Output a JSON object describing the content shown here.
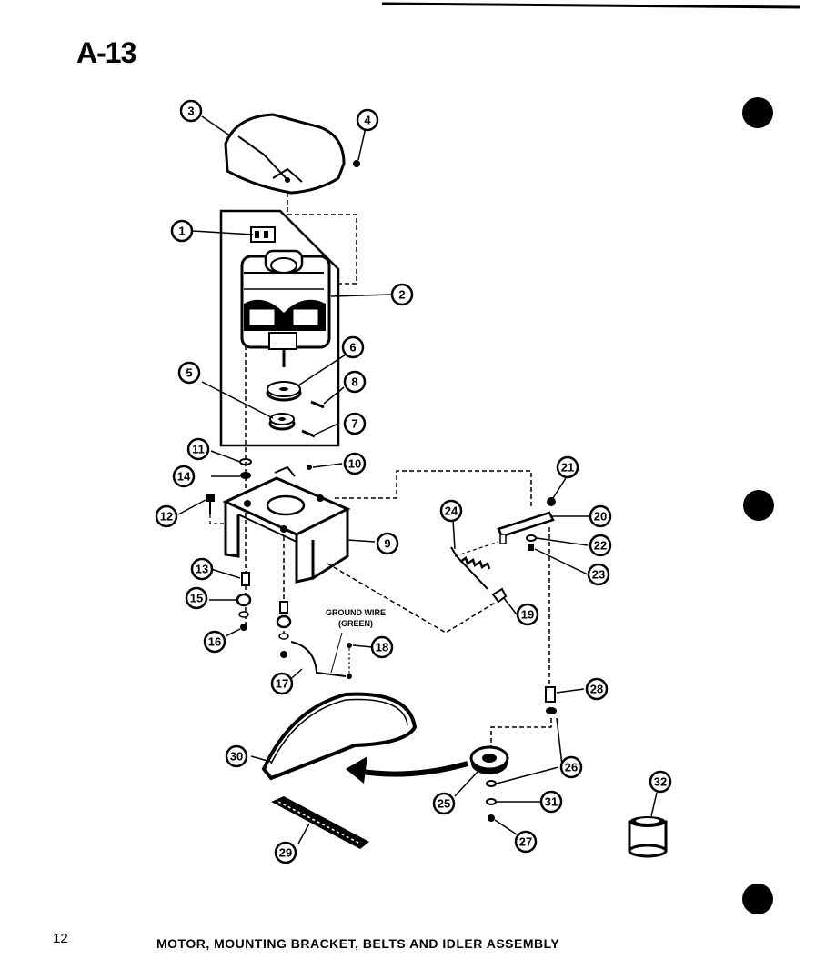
{
  "page_title": "A-13",
  "page_number": "12",
  "caption": "MOTOR, MOUNTING BRACKET, BELTS AND IDLER ASSEMBLY",
  "ground_wire_label_line1": "GROUND WIRE",
  "ground_wire_label_line2": "(GREEN)",
  "callouts": [
    "3",
    "4",
    "1",
    "2",
    "6",
    "5",
    "8",
    "7",
    "11",
    "10",
    "14",
    "12",
    "9",
    "13",
    "15",
    "16",
    "17",
    "18",
    "21",
    "20",
    "24",
    "22",
    "23",
    "19",
    "28",
    "30",
    "26",
    "25",
    "31",
    "27",
    "29",
    "32"
  ]
}
